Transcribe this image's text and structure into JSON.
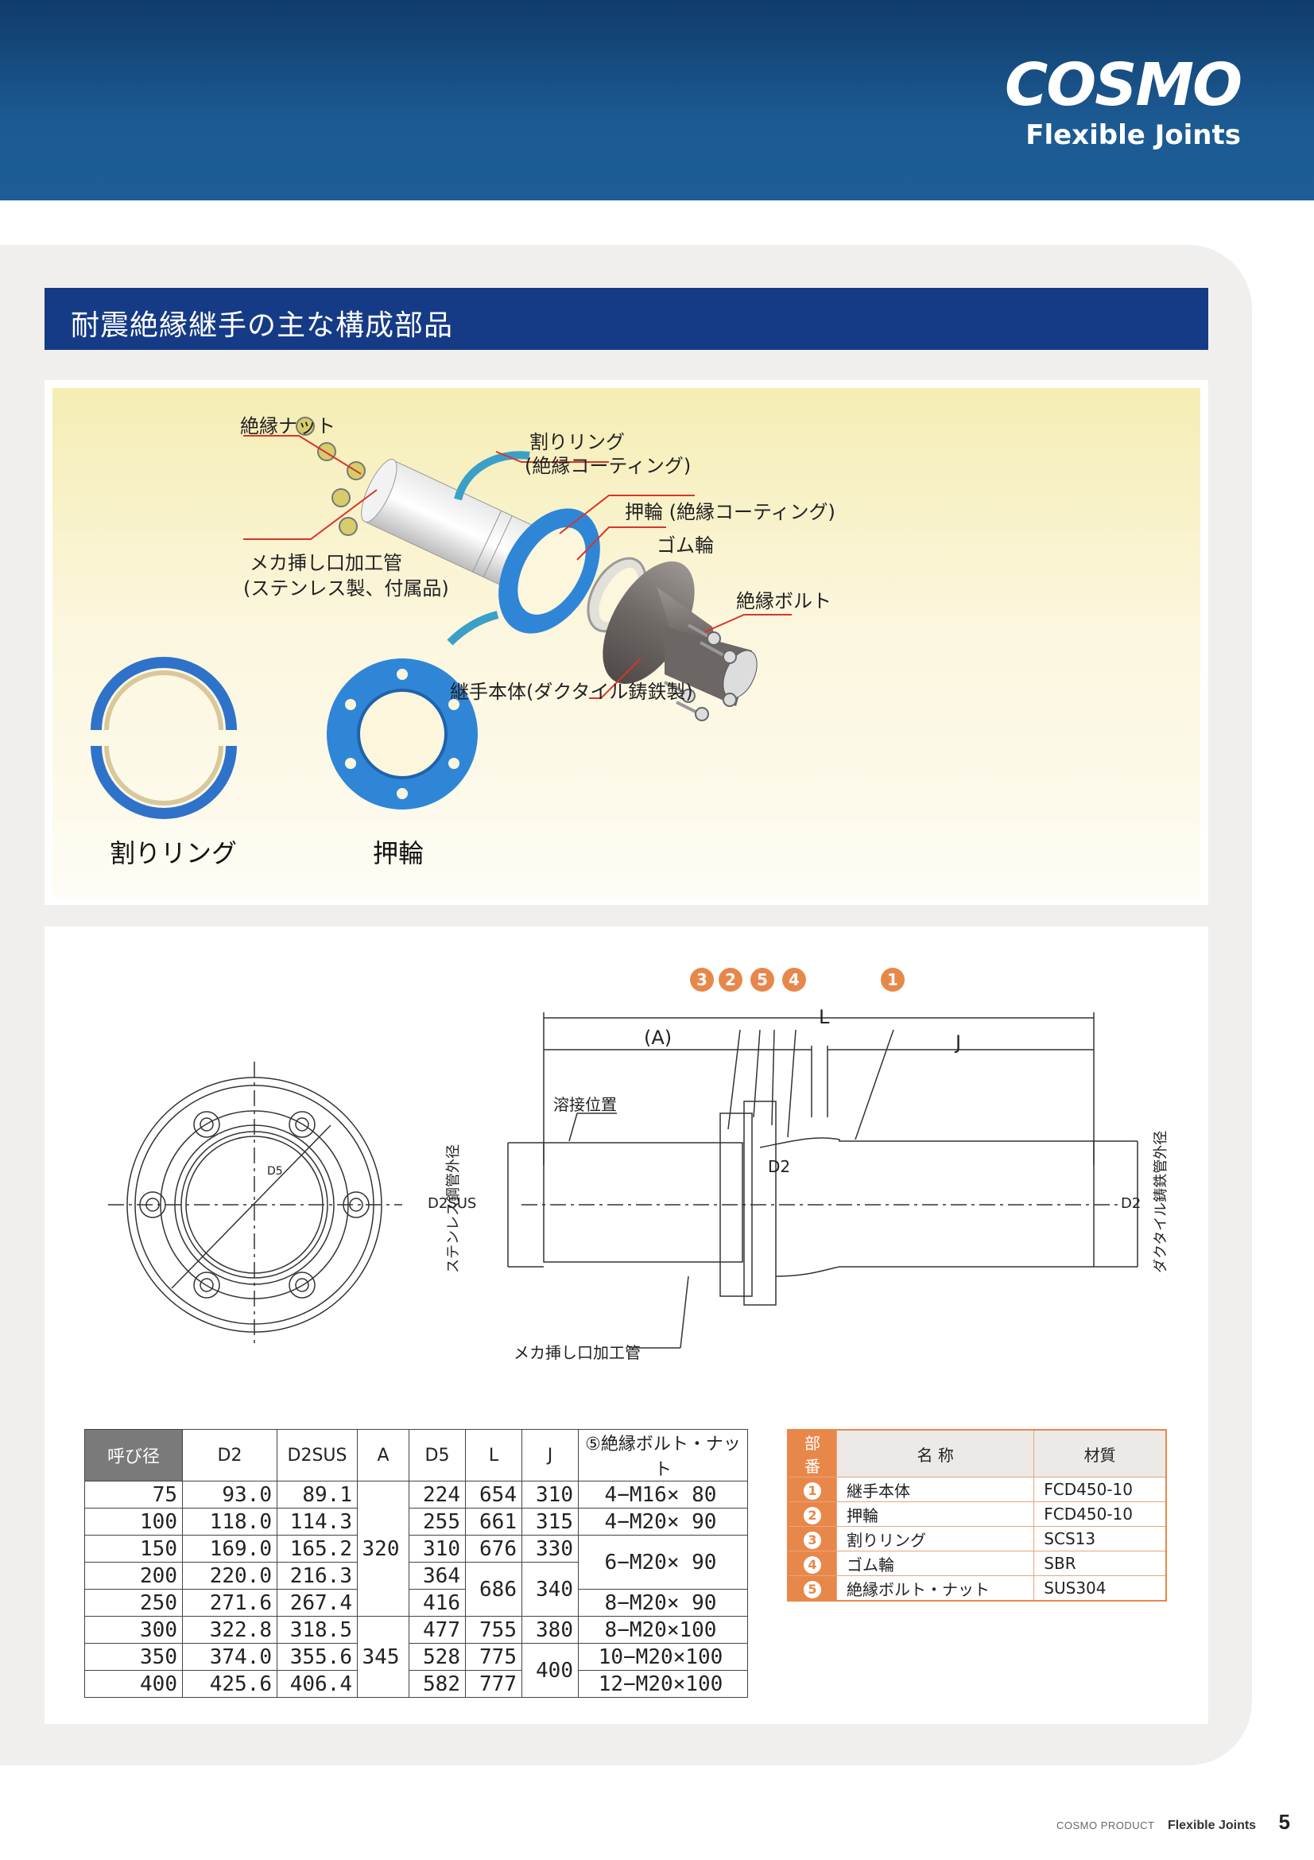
{
  "header": {
    "brand": "COSMO",
    "subtitle": "Flexible Joints"
  },
  "section_title": "耐震絶縁継手の主な構成部品",
  "photo_labels": {
    "insulating_nut": "絶縁ナット",
    "split_ring": "割りリング",
    "split_ring_coating": "(絶縁コーティング)",
    "gland_coating": "押輪 (絶縁コーティング)",
    "rubber_ring": "ゴム輪",
    "mecha_pipe": "メカ挿し口加工管",
    "mecha_pipe_note": "(ステンレス製、付属品)",
    "insulating_bolt": "絶縁ボルト",
    "joint_body": "継手本体(ダクタイル鋳鉄製)",
    "split_ring_big": "割りリング",
    "gland_big": "押輪"
  },
  "drawing_labels": {
    "L": "L",
    "A": "(A)",
    "J": "J",
    "weld": "溶接位置",
    "d2": "D2",
    "d2sus": "D2SUS",
    "d2_right": "D2",
    "d5": "D5",
    "stainless_od": "ステンレス鋼管外径",
    "ductile_od": "ダクタイル鋳鉄管外径",
    "mecha_pipe": "メカ挿し口加工管",
    "markers": [
      "3",
      "2",
      "5",
      "4",
      "1"
    ]
  },
  "spec_table": {
    "headers": [
      "呼び径",
      "D2",
      "D2SUS",
      "A",
      "D5",
      "L",
      "J",
      "⑤絶縁ボルト・ナット"
    ],
    "rows": [
      [
        "75",
        "93.0",
        "89.1",
        "224",
        "654",
        "310",
        "4−M16× 80"
      ],
      [
        "100",
        "118.0",
        "114.3",
        "255",
        "661",
        "315",
        "4−M20× 90"
      ],
      [
        "150",
        "169.0",
        "165.2",
        "310",
        "676",
        "330",
        "6−M20× 90"
      ],
      [
        "200",
        "220.0",
        "216.3",
        "364",
        "686",
        "340",
        ""
      ],
      [
        "250",
        "271.6",
        "267.4",
        "416",
        "",
        "",
        "8−M20× 90"
      ],
      [
        "300",
        "322.8",
        "318.5",
        "477",
        "755",
        "380",
        "8−M20×100"
      ],
      [
        "350",
        "374.0",
        "355.6",
        "528",
        "775",
        "400",
        "10−M20×100"
      ],
      [
        "400",
        "425.6",
        "406.4",
        "582",
        "777",
        "",
        "12−M20×100"
      ]
    ],
    "a_values": [
      "320",
      "345"
    ]
  },
  "parts_table": {
    "headers": [
      "部番",
      "名 称",
      "材質"
    ],
    "rows": [
      {
        "no": "1",
        "name": "継手本体",
        "material": "FCD450-10"
      },
      {
        "no": "2",
        "name": "押輪",
        "material": "FCD450-10"
      },
      {
        "no": "3",
        "name": "割りリング",
        "material": "SCS13"
      },
      {
        "no": "4",
        "name": "ゴム輪",
        "material": "SBR"
      },
      {
        "no": "5",
        "name": "絶縁ボルト・ナット",
        "material": "SUS304"
      }
    ]
  },
  "footer": {
    "label": "COSMO PRODUCT",
    "title": "Flexible Joints",
    "page": "5"
  },
  "colors": {
    "header": "#1c5a92",
    "title_bar": "#163b86",
    "accent": "#e8874a",
    "part_blue": "#2f86d6",
    "leader_red": "#d8352b"
  }
}
